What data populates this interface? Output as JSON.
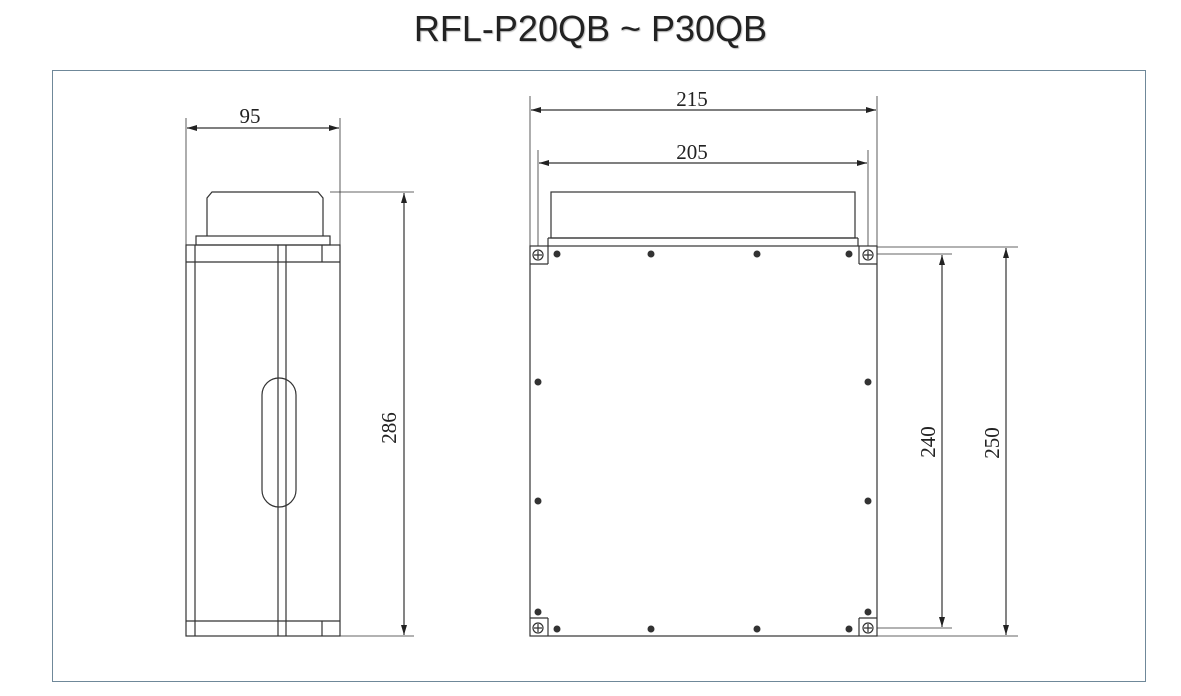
{
  "title": "RFL-P20QB ~ P30QB",
  "dimensions": {
    "side_width": "95",
    "side_height": "286",
    "front_width_outer": "215",
    "front_width_inner": "205",
    "front_height_inner": "240",
    "front_height_outer": "250"
  },
  "colors": {
    "line": "#333333",
    "frame": "#6f8899"
  }
}
